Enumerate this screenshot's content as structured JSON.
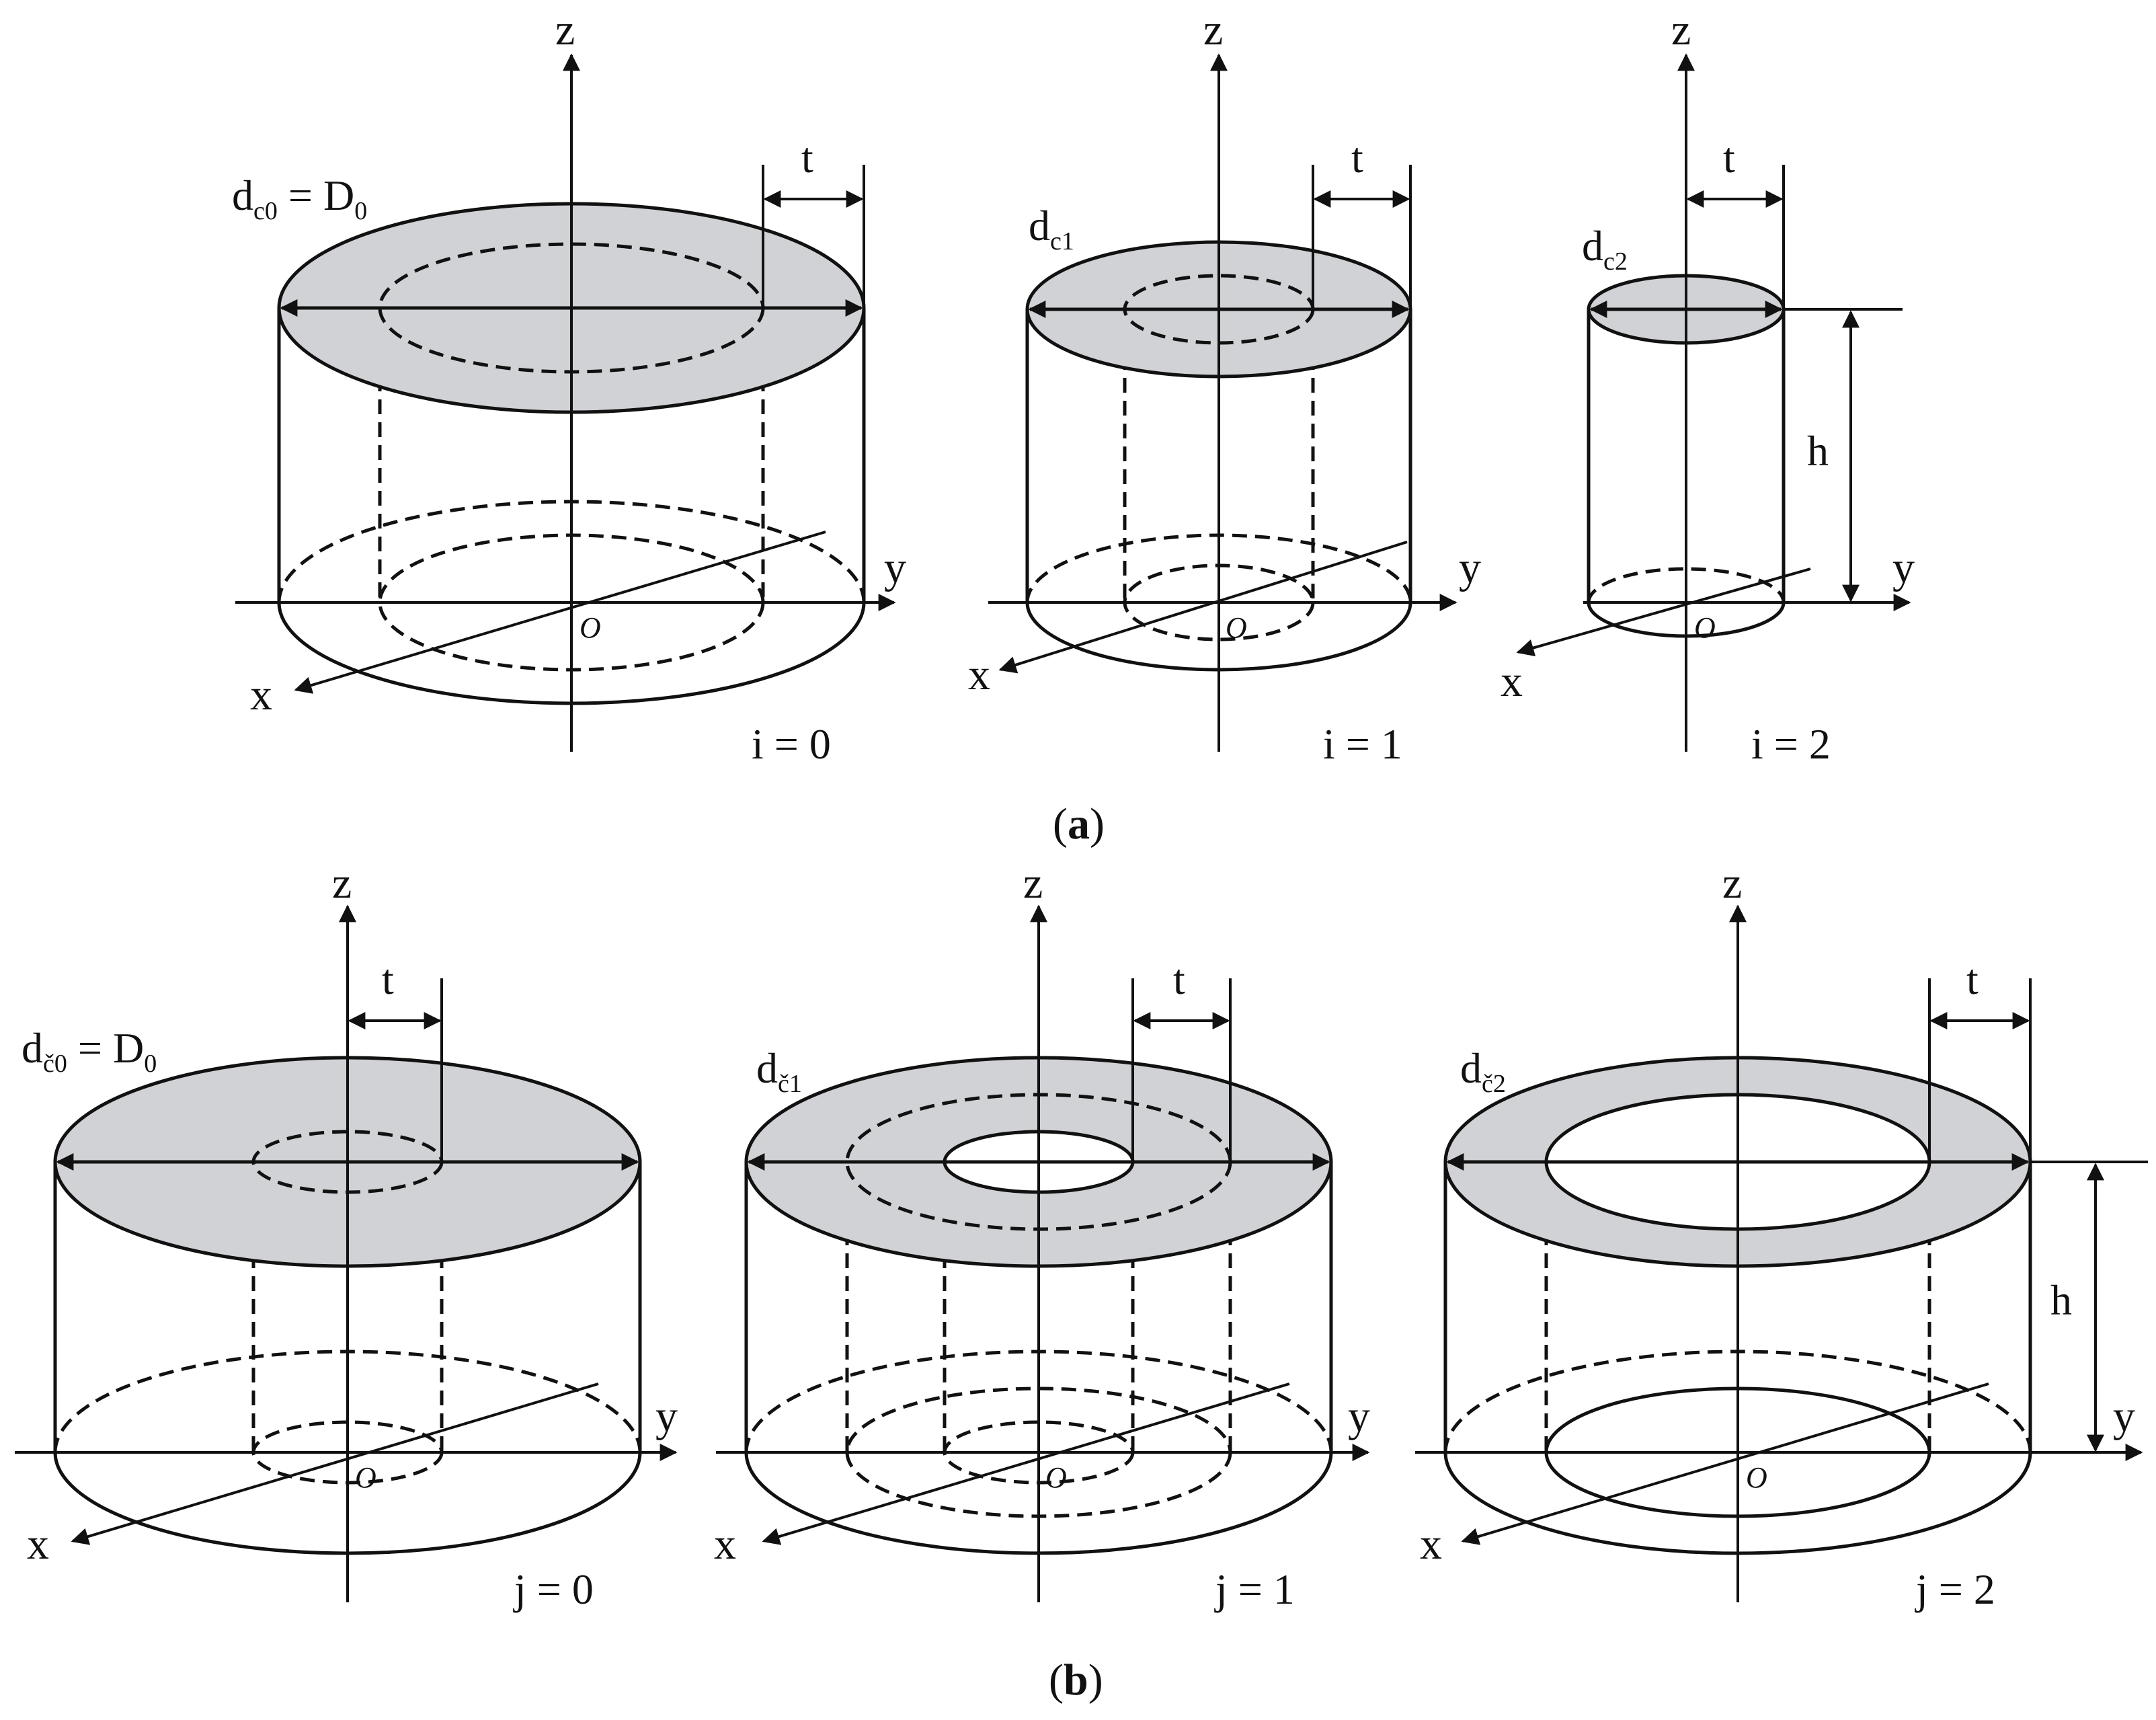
{
  "colors": {
    "fill": "#d0d2d5",
    "stroke": "#111111",
    "background": "#ffffff"
  },
  "axes": {
    "x": "x",
    "y": "y",
    "z": "z",
    "origin": "O"
  },
  "dims": {
    "t": "t",
    "h": "h"
  },
  "panel_a": {
    "caption_prefix": "(",
    "caption_letter": "a",
    "caption_suffix": ")",
    "items": [
      {
        "d": "d",
        "d_sub": "c0",
        "eq": " = D",
        "eq_sub": "0",
        "index": "i = 0"
      },
      {
        "d": "d",
        "d_sub": "c1",
        "eq": "",
        "eq_sub": "",
        "index": "i = 1"
      },
      {
        "d": "d",
        "d_sub": "c2",
        "eq": "",
        "eq_sub": "",
        "index": "i = 2"
      }
    ]
  },
  "panel_b": {
    "caption_prefix": "(",
    "caption_letter": "b",
    "caption_suffix": ")",
    "items": [
      {
        "d": "d",
        "d_sub": "č0",
        "eq": " = D",
        "eq_sub": "0",
        "index": "j = 0"
      },
      {
        "d": "d",
        "d_sub": "č1",
        "eq": "",
        "eq_sub": "",
        "index": "j = 1"
      },
      {
        "d": "d",
        "d_sub": "č2",
        "eq": "",
        "eq_sub": "",
        "index": "j = 2"
      }
    ]
  }
}
